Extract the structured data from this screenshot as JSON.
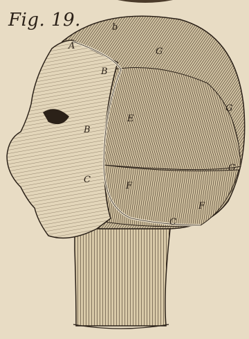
{
  "plate": {
    "figure_label": "Fig. 19.",
    "letters": {
      "a1": "A",
      "b_top": "b",
      "g_top": "G",
      "b1": "B",
      "e": "E",
      "g_right": "G",
      "b2": "B",
      "g_right2": "G",
      "c1": "C",
      "f1": "F",
      "f2": "F",
      "c2": "C"
    }
  },
  "colors": {
    "paper": "#e8dcc4",
    "ink": "#2b2118"
  }
}
